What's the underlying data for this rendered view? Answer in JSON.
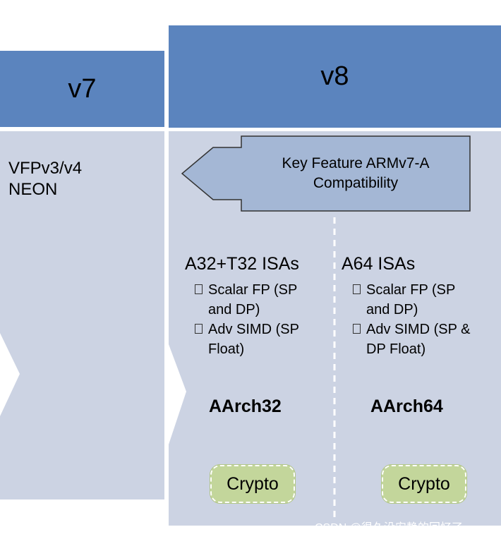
{
  "v7": {
    "header": "v7",
    "features": [
      "VFPv3/v4",
      "NEON"
    ]
  },
  "v8": {
    "header": "v8",
    "key_feature": [
      "Key Feature ARMv7-A",
      "Compatibility"
    ],
    "aarch32": {
      "isa_title": "A32+T32 ISAs",
      "bullets": [
        [
          "Scalar FP (SP",
          "and DP)"
        ],
        [
          "Adv SIMD (SP",
          "Float)"
        ]
      ],
      "arch_name": "AArch32",
      "crypto": "Crypto"
    },
    "aarch64": {
      "isa_title": "A64 ISAs",
      "bullets": [
        [
          "Scalar FP (SP",
          "and DP)"
        ],
        [
          "Adv SIMD (SP &",
          "DP Float)"
        ]
      ],
      "arch_name": "AArch64",
      "crypto": "Crypto"
    }
  },
  "watermark": "CSDN @很久没安静的回忆了",
  "colors": {
    "header_blue": "#5b84be",
    "panel_bg": "#ccd3e3",
    "arrow_fill": "#a4b7d5",
    "crypto_green": "#c3d69b"
  }
}
